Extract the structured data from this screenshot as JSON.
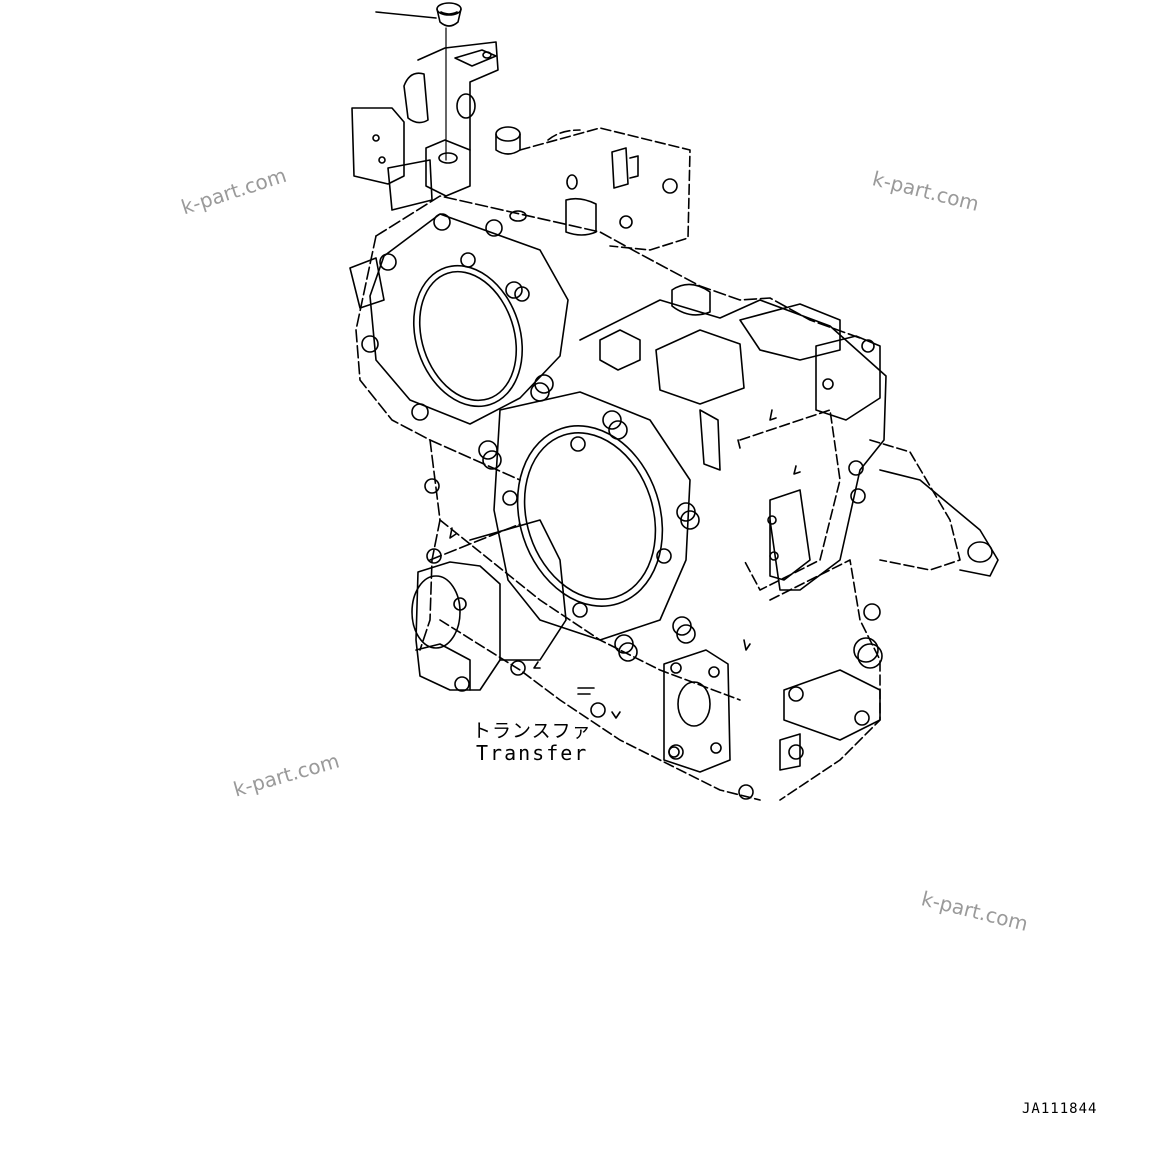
{
  "watermarks": {
    "w1": "k-part.com",
    "w2": "k-part.com",
    "w3": "k-part.com",
    "w4": "k-part.com"
  },
  "component_label": {
    "japanese": "トランスファ",
    "english": "Transfer"
  },
  "drawing_number": "JA111844",
  "colors": {
    "line": "#000000",
    "watermark": "#9a9a9a",
    "background": "#ffffff"
  }
}
